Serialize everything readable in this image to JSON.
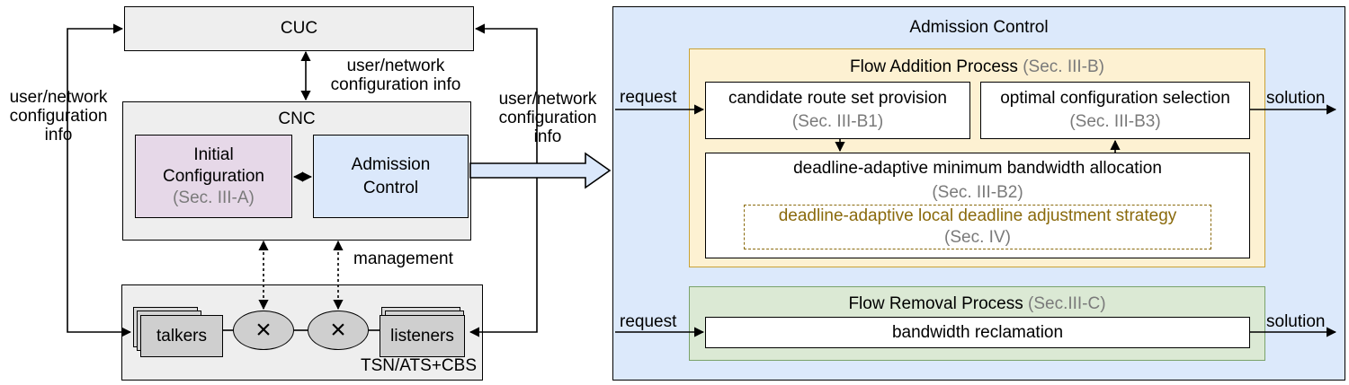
{
  "left": {
    "cuc": {
      "label": "CUC"
    },
    "cnc": {
      "label": "CNC"
    },
    "initial_config": {
      "line1": "Initial",
      "line2": "Configuration",
      "ref": "(Sec. III-A)"
    },
    "admission_control": {
      "line1": "Admission",
      "line2": "Control"
    },
    "labels": {
      "user_network_left": {
        "line1": "user/network",
        "line2": "configuration",
        "line3": "info"
      },
      "user_network_center": {
        "line1": "user/network",
        "line2": "configuration info"
      },
      "user_network_right": {
        "line1": "user/network",
        "line2": "configuration",
        "line3": "info"
      },
      "management": "management"
    },
    "tsn": {
      "talkers": "talkers",
      "listeners": "listeners",
      "switch_symbol": "×",
      "footer": "TSN/ATS+CBS"
    }
  },
  "right": {
    "title": "Admission Control",
    "flow_addition": {
      "title": "Flow Addition Process ",
      "ref": "(Sec. III-B)",
      "candidate": {
        "line1": "candidate route set provision",
        "ref": "(Sec. III-B1)"
      },
      "optimal": {
        "line1": "optimal configuration selection",
        "ref": "(Sec. III-B3)"
      },
      "deadline": {
        "line1": "deadline-adaptive minimum bandwidth allocation",
        "ref": "(Sec. III-B2)"
      },
      "local": {
        "line1": "deadline-adaptive local deadline adjustment strategy",
        "ref": "(Sec. IV)"
      },
      "request": "request",
      "solution": "solution"
    },
    "flow_removal": {
      "title": "Flow Removal Process ",
      "ref": "(Sec.III-C)",
      "reclamation": "bandwidth reclamation",
      "request": "request",
      "solution": "solution"
    }
  },
  "colors": {
    "grey_fill": "#eeeeee",
    "initial_fill": "#e6d8e8",
    "admission_fill": "#dbe8fb",
    "panel_fill": "#dce9fb",
    "addition_fill": "#fdf1d2",
    "addition_border": "#c9a235",
    "removal_fill": "#dbe9d4",
    "removal_border": "#7aa26a",
    "local_text": "#8a6a0c"
  }
}
